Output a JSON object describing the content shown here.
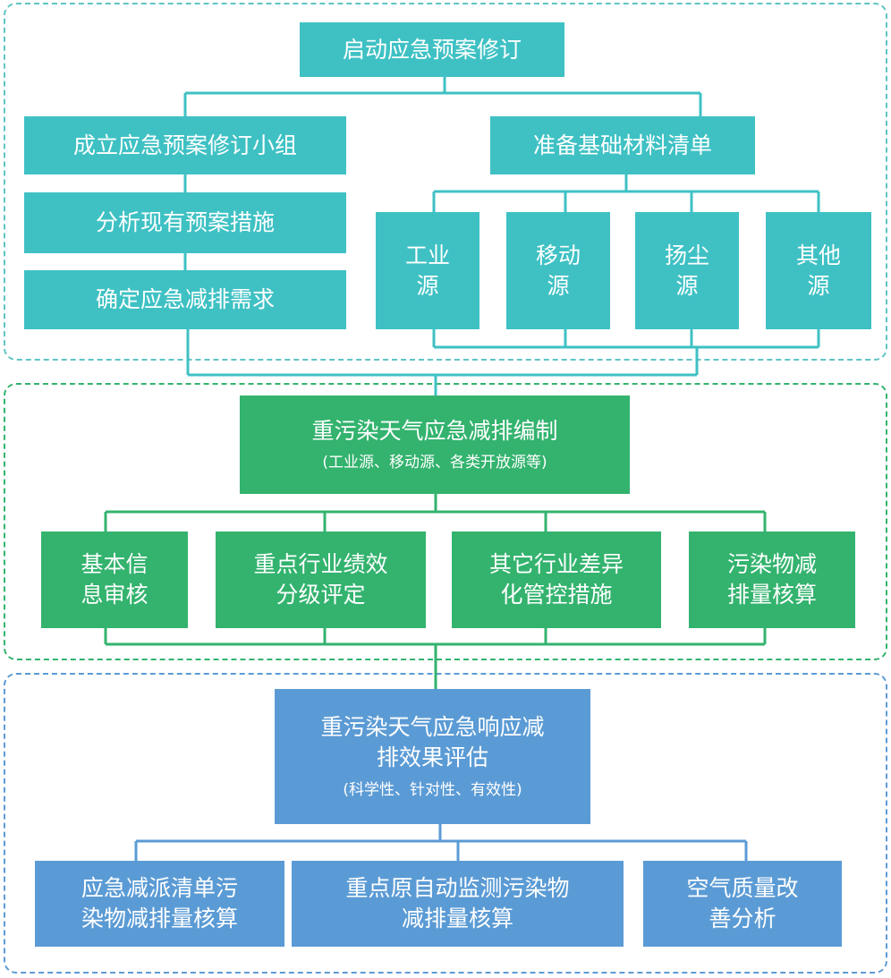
{
  "section1": {
    "top": "启动应急预案修订",
    "left_column": [
      "成立应急预案修订小组",
      "分析现有预案措施",
      "确定应急减排需求"
    ],
    "right_header": "准备基础材料清单",
    "sources": [
      {
        "line1": "工业",
        "line2": "源"
      },
      {
        "line1": "移动",
        "line2": "源"
      },
      {
        "line1": "扬尘",
        "line2": "源"
      },
      {
        "line1": "其他",
        "line2": "源"
      }
    ],
    "colors": {
      "box": "#3fc1c4",
      "border": "#5fc4c4",
      "connector": "#3fc1c4"
    }
  },
  "section2": {
    "title": "重污染天气应急减排编制",
    "subtitle": "(工业源、移动源、各类开放源等)",
    "items": [
      {
        "line1": "基本信",
        "line2": "息审核"
      },
      {
        "line1": "重点行业绩效",
        "line2": "分级评定"
      },
      {
        "line1": "其它行业差异",
        "line2": "化管控措施"
      },
      {
        "line1": "污染物减",
        "line2": "排量核算"
      }
    ],
    "colors": {
      "box": "#33b36e",
      "border": "#33b36e",
      "connector": "#33b36e"
    }
  },
  "section3": {
    "title_line1": "重污染天气应急响应减",
    "title_line2": "排效果评估",
    "subtitle": "(科学性、针对性、有效性)",
    "items": [
      {
        "line1": "应急减派清单污",
        "line2": "染物减排量核算"
      },
      {
        "line1": "重点原自动监测污染物",
        "line2": "减排量核算"
      },
      {
        "line1": "空气质量改",
        "line2": "善分析"
      }
    ],
    "colors": {
      "box": "#5b9bd5",
      "border": "#5b9bd5",
      "connector": "#5b9bd5"
    }
  }
}
